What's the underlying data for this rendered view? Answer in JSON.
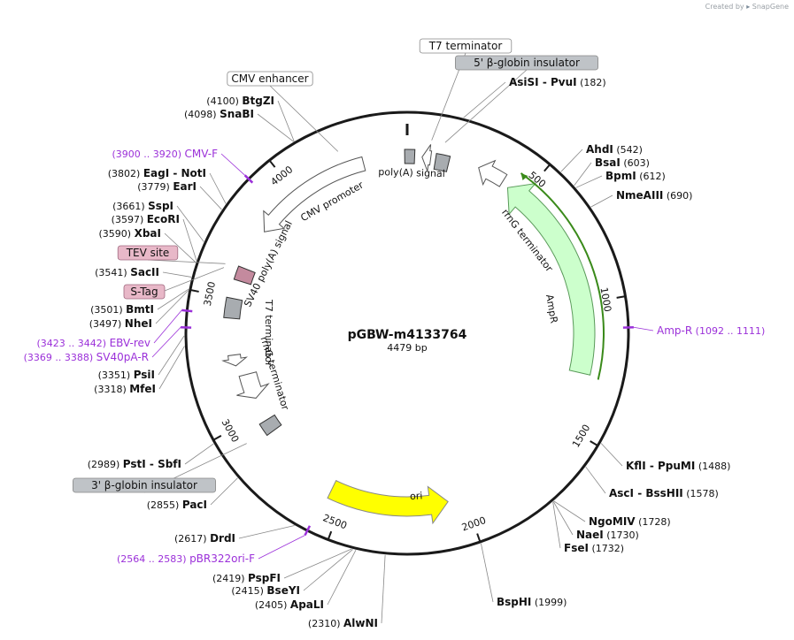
{
  "header": {
    "created_by": "Created by",
    "brand": "SnapGene"
  },
  "plasmid": {
    "name": "pGBW-m4133764",
    "length": "4479 bp"
  },
  "colors": {
    "backbone": "#1a1a1a",
    "ampr_fill": "#ccffcc",
    "ori_fill": "#ffff00",
    "terminator_fill": "#ffffff",
    "insulator_fill": "#a8acb0",
    "tag_fill": "#c48a9e",
    "primer": "#9b30d9",
    "primer_ext_green": "#3a8a1a"
  },
  "ticks": [
    "500",
    "1000",
    "1500",
    "2000",
    "2500",
    "3000",
    "3500",
    "4000"
  ],
  "features": [
    {
      "label": "poly(A) signal"
    },
    {
      "label": "rrnG terminator"
    },
    {
      "label": "AmpR"
    },
    {
      "label": "ori"
    },
    {
      "label": "rrnG terminator"
    },
    {
      "label": "T7 terminator"
    },
    {
      "label": "SV40 poly(A) signal"
    },
    {
      "label": "CMV promoter"
    }
  ],
  "boxed_labels": [
    {
      "text": "T7 terminator",
      "style": "white"
    },
    {
      "text": "5' β-globin insulator",
      "style": "gray"
    },
    {
      "text": "CMV enhancer",
      "style": "white"
    },
    {
      "text": "TEV site",
      "style": "pink"
    },
    {
      "text": "S-Tag",
      "style": "pink"
    },
    {
      "text": "3' β-globin insulator",
      "style": "gray"
    }
  ],
  "enzymes": [
    {
      "name": "AsiSI",
      "name2": "PvuI",
      "pos": "(182)",
      "side": "right"
    },
    {
      "name": "AhdI",
      "pos": "(542)",
      "side": "right"
    },
    {
      "name": "BsaI",
      "pos": "(603)",
      "side": "right"
    },
    {
      "name": "BpmI",
      "pos": "(612)",
      "side": "right"
    },
    {
      "name": "NmeAIII",
      "pos": "(690)",
      "side": "right"
    },
    {
      "name": "KflI",
      "name2": "PpuMI",
      "pos": "(1488)",
      "side": "right"
    },
    {
      "name": "AscI",
      "name2": "BssHII",
      "pos": "(1578)",
      "side": "right"
    },
    {
      "name": "NgoMIV",
      "pos": "(1728)",
      "side": "right"
    },
    {
      "name": "NaeI",
      "pos": "(1730)",
      "side": "right"
    },
    {
      "name": "FseI",
      "pos": "(1732)",
      "side": "right"
    },
    {
      "name": "BspHI",
      "pos": "(1999)",
      "side": "right"
    },
    {
      "name": "AlwNI",
      "pos": "(2310)",
      "side": "left"
    },
    {
      "name": "ApaLI",
      "pos": "(2405)",
      "side": "left"
    },
    {
      "name": "BseYI",
      "pos": "(2415)",
      "side": "left"
    },
    {
      "name": "PspFI",
      "pos": "(2419)",
      "side": "left"
    },
    {
      "name": "DrdI",
      "pos": "(2617)",
      "side": "left"
    },
    {
      "name": "PacI",
      "pos": "(2855)",
      "side": "left"
    },
    {
      "name": "PstI",
      "name2": "SbfI",
      "pos": "(2989)",
      "side": "left"
    },
    {
      "name": "MfeI",
      "pos": "(3318)",
      "side": "left"
    },
    {
      "name": "PsiI",
      "pos": "(3351)",
      "side": "left"
    },
    {
      "name": "NheI",
      "pos": "(3497)",
      "side": "left"
    },
    {
      "name": "BmtI",
      "pos": "(3501)",
      "side": "left"
    },
    {
      "name": "SacII",
      "pos": "(3541)",
      "side": "left"
    },
    {
      "name": "XbaI",
      "pos": "(3590)",
      "side": "left"
    },
    {
      "name": "EcoRI",
      "pos": "(3597)",
      "side": "left"
    },
    {
      "name": "SspI",
      "pos": "(3661)",
      "side": "left"
    },
    {
      "name": "EarI",
      "pos": "(3779)",
      "side": "left"
    },
    {
      "name": "EagI",
      "name2": "NotI",
      "pos": "(3802)",
      "side": "left"
    },
    {
      "name": "SnaBI",
      "pos": "(4098)",
      "side": "left"
    },
    {
      "name": "BtgZI",
      "pos": "(4100)",
      "side": "left"
    }
  ],
  "primers": [
    {
      "name": "Amp-R",
      "range": "(1092 .. 1111)",
      "side": "right"
    },
    {
      "name": "pBR322ori-F",
      "range": "(2564 .. 2583)",
      "side": "left"
    },
    {
      "name": "SV40pA-R",
      "range": "(3369 .. 3388)",
      "side": "left"
    },
    {
      "name": "EBV-rev",
      "range": "(3423 .. 3442)",
      "side": "left"
    },
    {
      "name": "CMV-F",
      "range": "(3900 .. 3920)",
      "side": "left"
    }
  ]
}
